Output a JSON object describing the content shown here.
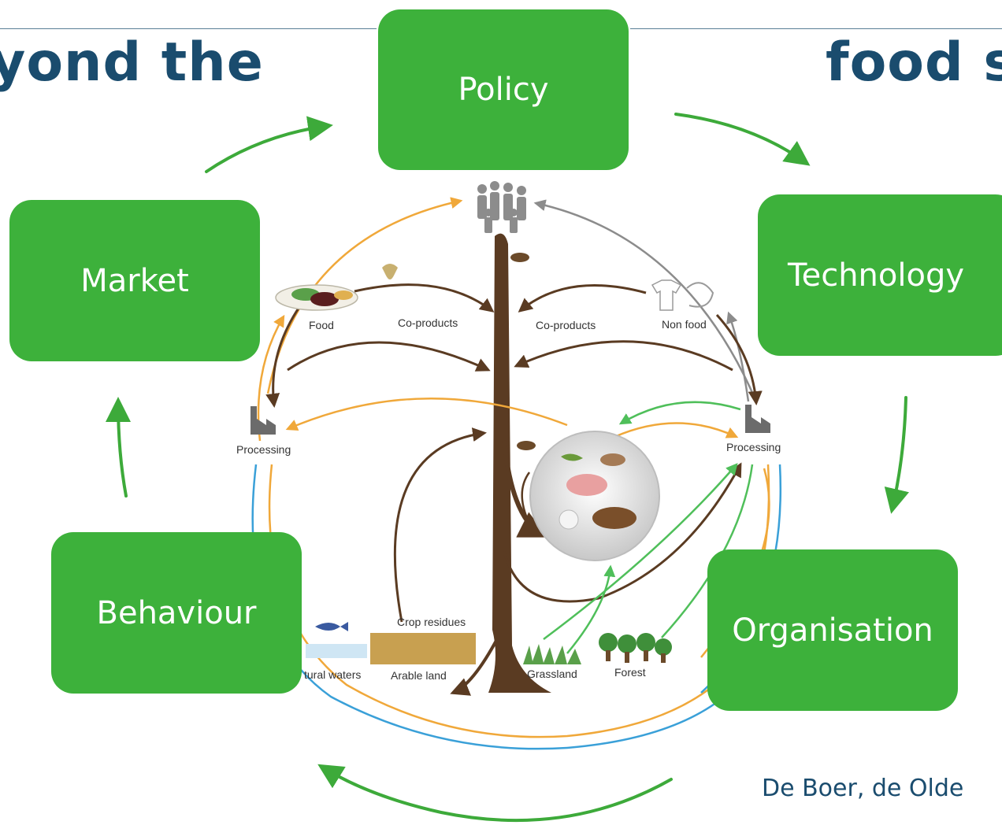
{
  "header": {
    "title_left": "yond the",
    "title_right": "food s"
  },
  "boxes": {
    "policy": "Policy",
    "technology": "Technology",
    "market": "Market",
    "behaviour": "Behaviour",
    "organisation": "Organisation"
  },
  "diagram": {
    "food": "Food",
    "co_products_left": "Co-products",
    "co_products_right": "Co-products",
    "non_food": "Non food",
    "processing_left": "Processing",
    "processing_right": "Processing",
    "crop_residues": "Crop residues",
    "natural_waters": "tural waters",
    "arable_land": "Arable land",
    "grassland": "Grassland",
    "forest": "Forest"
  },
  "citation": "De Boer, de Olde",
  "colors": {
    "box_green": "#3db13b",
    "arrow_green": "#3daa3a",
    "title_blue": "#1a4c6e",
    "flow_brown": "#5a3b22",
    "flow_orange": "#f0a83a",
    "flow_blue": "#3aa0d8",
    "flow_gray": "#8c8c8c"
  }
}
